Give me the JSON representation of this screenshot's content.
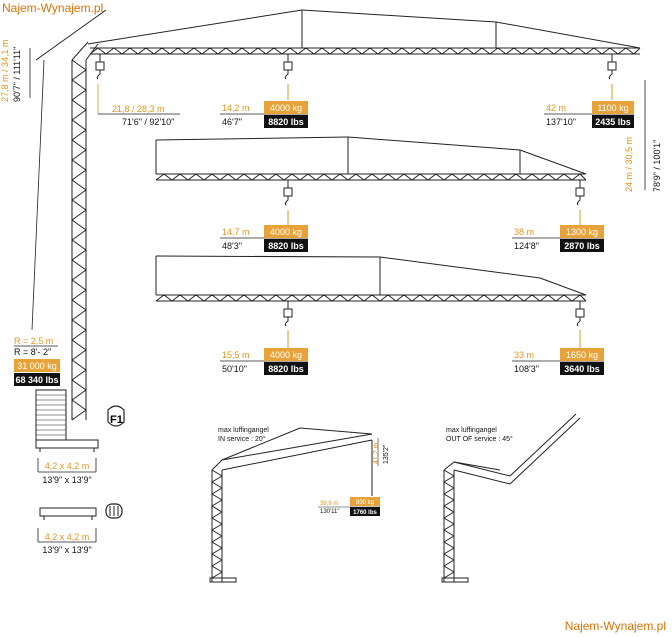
{
  "watermark_top": "Najem-Wynajem.pl",
  "watermark_bottom": "Najem-Wynajem.pl",
  "colors": {
    "accent": "#e8921e",
    "dark": "#111111",
    "line": "#222222"
  },
  "height_labels": {
    "metric": "27,8 m / 34,1 m",
    "imperial": "90'7\" / 111'11\""
  },
  "min_radius": {
    "metric": "21,8 / 28,3 m",
    "imperial": "71'6\" / 92'10\""
  },
  "jib_top": {
    "near": {
      "radius": "14,2 m",
      "radius_imp": "46'7\"",
      "load": "4000 kg",
      "load_imp": "8820 lbs"
    },
    "far": {
      "radius": "42 m",
      "radius_imp": "137'10\"",
      "load": "1100 kg",
      "load_imp": "2435 lbs"
    }
  },
  "hook_height": {
    "metric": "24 m / 30,5 m",
    "imperial": "78'9\" / 100'1\""
  },
  "jib_middle": {
    "near": {
      "radius": "14,7 m",
      "radius_imp": "48'3\"",
      "load": "4000 kg",
      "load_imp": "8820 lbs"
    },
    "far": {
      "radius": "38 m",
      "radius_imp": "124'8\"",
      "load": "1300 kg",
      "load_imp": "2870 lbs"
    }
  },
  "jib_bottom": {
    "near": {
      "radius": "15,5 m",
      "radius_imp": "50'10\"",
      "load": "4000 kg",
      "load_imp": "8820 lbs"
    },
    "far": {
      "radius": "33 m",
      "radius_imp": "108'3\"",
      "load": "1650 kg",
      "load_imp": "3640 lbs"
    }
  },
  "counterweight": {
    "radius": "R = 2,5  m",
    "radius_imp": "R = 8'- 2\"",
    "load": "31 000 kg",
    "load_imp": "68 340 lbs"
  },
  "base_f1": {
    "label": "F1",
    "metric": "4,2 x 4,2  m",
    "imperial": "13'9\" x 13'9\""
  },
  "base_rail": {
    "metric": "4,2 x 4,2  m",
    "imperial": "13'9\" x 13'9\""
  },
  "luffing_in": {
    "title": "max luffingangel",
    "subtitle": "IN service : 20°",
    "height": "41,2 m",
    "height_imp": "135'2\"",
    "radius": "39,9 m",
    "radius_imp": "130'11\"",
    "load": "800 kg",
    "load_imp": "1760 lbs"
  },
  "luffing_out": {
    "title": "max luffingangel",
    "subtitle": "OUT OF service : 45°"
  }
}
